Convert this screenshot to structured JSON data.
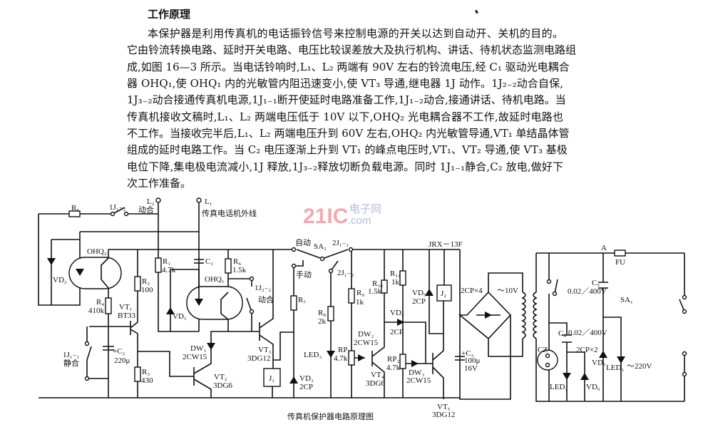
{
  "document": {
    "title": "工作原理",
    "lines": [
      "本保护器是利用传真机的电话振铃信号来控制电源的开关以达到自动开、关机的目的。",
      "它由铃流转换电路、延时开关电路、电压比较误差放大及执行机构、讲话、待机状态监测电路组",
      "成,如图 16—3 所示。当电话铃响时,L₁、L₂ 两端有 90V 左右的铃流电压,经 C₁ 驱动光电耦合",
      "器 OHQ₁,使 OHQ₁ 内的光敏管内阻迅速变小,使 VT₃ 导通,继电器 1J 动作。1J₂₋₂动合自保,",
      "1J₃₋₂动合接通传真机电源,1J₁₋₁断开使延时电路准备工作,1J₁₋₂动合,接通讲话、待机电路。当",
      "传真机接收文稿时,L₁、L₂ 两端电压低于 10V 以下,OHQ₂ 光电耦合器不工作,故延时电路也",
      "不工作。当接收完半后,L₁、L₂ 两端电压升到 60V 左右,OHQ₂ 内光敏管导通,VT₁ 单结晶体管",
      "组成的延时电路工作。当 C₂ 电压逐渐上升到 VT₁ 的峰点电压时,VT₁、VT₂ 导通,使 VT₃ 基极",
      "电位下降,集电极电流减小,1J 释放,1J₃₋₂释放切断负载电源。同时 1J₁₋₁静合,C₂ 放电,做好下",
      "次工作准备。"
    ]
  },
  "diagram": {
    "caption": "传真机保护器电路原理图",
    "watermark": {
      "main": "21IC",
      "cn": "电子网",
      "domain": ".com"
    },
    "labels": {
      "R5": "R₅",
      "sw1J12": "1J₁₋₂",
      "L2": "L₂",
      "L2note": "动合",
      "L1": "L₁",
      "line_note": "传真电话机外线",
      "OHQ2": "OHQ₂",
      "VD2": "VD₂",
      "R4": "R₄",
      "R4v": "410k",
      "VT1": "VT₁",
      "VT1v": "BT33",
      "R2": "R₂",
      "R2v": "100",
      "R1": "R₁",
      "R1v": "4.7k",
      "C1": "C₁",
      "OHQ1": "OHQ₁",
      "VD1": "VD₁",
      "R6": "R₆",
      "R6v": "1.5k",
      "sw1J22": "1J₂₋₂",
      "sw1J22note": "动合",
      "sw1J11": "1J₁₋₁",
      "sw1J11note": "静合",
      "C2": "+C₂",
      "C2v": "220μ",
      "R3": "R₃",
      "R3v": "430",
      "DW1": "DW₁",
      "DW1v": "2CW15",
      "VT2": "VT₂",
      "VT2v": "3DG6",
      "VT3": "VT₃",
      "VT3v": "3DG12",
      "J1": "J₁",
      "VD3": "VD₃",
      "VD3v": "2CP",
      "R7": "R₇",
      "auto": "自动",
      "SA2": "SA₂",
      "manual": "手动",
      "sw2J11": "2J₁₋₁",
      "sw2J12": "2J₁₋₂",
      "R8": "R₈",
      "R8v": "2k",
      "LED3": "LED₃",
      "RP1": "RP₁",
      "RP1v": "4.7k",
      "R9": "R₉",
      "R9v": "1k",
      "R10": "R₁₀",
      "R10v": "1.5k",
      "R11": "R₁₁",
      "R11v": "1k",
      "relay": "JRX－13F",
      "DW2": "DW₂",
      "DW2v": "2CW15",
      "VD4": "VD₄",
      "VD4v": "2CP",
      "VD5": "VD₅",
      "VD5v": "2CP",
      "J2": "J₂",
      "VT4": "VT₄",
      "VT4v": "3DG6",
      "RP2": "RP₂",
      "RP2v": "4.7k",
      "DW3": "DW₃",
      "DW3v": "2CW15",
      "VT5": "VT₅",
      "VT5v": "3DG12",
      "C3": "+C₃",
      "C3v": "100μ",
      "C3v2": "16V",
      "bridge": "2CP×4",
      "ac10": "～10V",
      "A": "A",
      "FU": "FU",
      "C5": "C₅",
      "C5v": "0.02／400V",
      "SA1": "SA₁",
      "C4": "C₄",
      "C4v": "0.02／400V",
      "diodes2": "2CP×2",
      "CZ": "CZ",
      "VD7": "VD₇",
      "LED1": "LED₁",
      "ac220": "～220V",
      "LED2": "LED₂",
      "VD6": "VD₆"
    }
  }
}
